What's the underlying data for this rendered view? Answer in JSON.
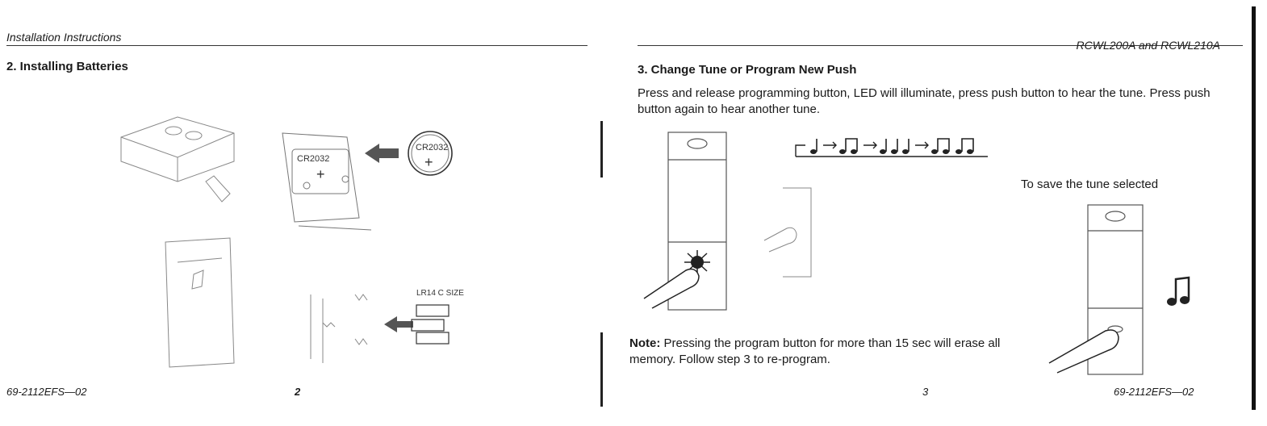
{
  "left_page": {
    "header": "Installation Instructions",
    "section_title": "2. Installing Batteries",
    "figures": {
      "coin_cell_label": "CR2032",
      "plus_symbol": "+",
      "c_size_label": "LR14 C SIZE",
      "icons": [
        "coin-cell-battery-icon",
        "c-size-battery-icon",
        "insert-arrow-icon"
      ]
    },
    "footer": {
      "doc_number": "69-2112EFS—02",
      "page_number": "2"
    }
  },
  "right_page": {
    "header": "RCWL200A and RCWL210A",
    "section_title": "3. Change Tune or Program New Push",
    "instructions": "Press and release programming button, LED will illuminate, press push button to hear the tune. Press push button again to hear another tune.",
    "save_label": "To save the tune selected",
    "note": {
      "label": "Note:",
      "text": " Pressing the program button for more than 15 sec will erase all memory. Follow step 3 to re-program."
    },
    "tune_sequence_icons": [
      "quarter-note-icon",
      "beamed-notes-icon",
      "triple-notes-icon",
      "double-beamed-notes-icon"
    ],
    "footer": {
      "page_number": "3",
      "doc_number": "69-2112EFS—02"
    }
  },
  "colors": {
    "ink": "#1a1a1a",
    "sketch": "#777777",
    "paper": "#ffffff"
  }
}
